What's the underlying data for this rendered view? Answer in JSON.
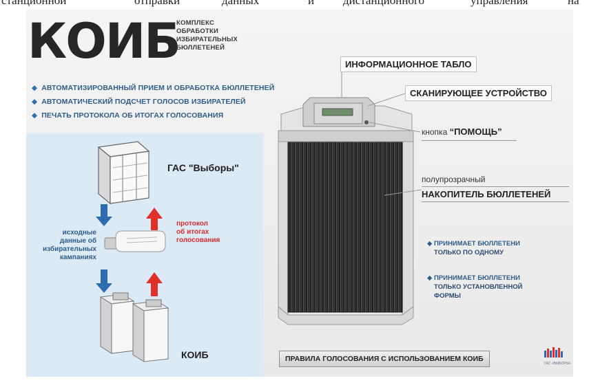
{
  "top_text": {
    "w1": "станционной",
    "w2": "отправки",
    "w3": "данных",
    "w4": "и",
    "w5": "дистанционного",
    "w6": "управления",
    "w7": "на"
  },
  "logo": {
    "title": "КОИБ",
    "subtitle_lines": [
      "КОМПЛЕКС",
      "ОБРАБОТКИ",
      "ИЗБИРАТЕЛЬНЫХ",
      "БЮЛЛЕТЕНЕЙ"
    ]
  },
  "features": [
    "АВТОМАТИЗИРОВАННЫЙ ПРИЕМ И ОБРАБОТКА БЮЛЛЕТЕНЕЙ",
    "АВТОМАТИЧЕСКИЙ ПОДСЧЕТ ГОЛОСОВ ИЗБИРАТЕЛЕЙ",
    "ПЕЧАТЬ ПРОТОКОЛА ОБ ИТОГАХ ГОЛОСОВАНИЯ"
  ],
  "scheme": {
    "gas_label": "ГАС \"Выборы\"",
    "source_data_lines": [
      "исходные",
      "данные об",
      "избирательных",
      "кампаниях"
    ],
    "protocol_lines": [
      "протокол",
      "об итогах",
      "голосования"
    ],
    "koib_label": "КОИБ"
  },
  "labels": {
    "info_display": "ИНФОРМАЦИОННОЕ ТАБЛО",
    "scanner": "СКАНИРУЮЩЕЕ УСТРОЙСТВО",
    "help_prefix": "кнопка ",
    "help_name": "“ПОМОЩЬ”",
    "storage_top": "полупрозрачный",
    "storage_bottom": "НАКОПИТЕЛЬ БЮЛЛЕТЕНЕЙ"
  },
  "notes": {
    "one_a": "ПРИНИМАЕТ БЮЛЛЕТЕНИ",
    "one_b": "ТОЛЬКО ПО ОДНОМУ",
    "two_a": "ПРИНИМАЕТ БЮЛЛЕТЕНИ",
    "two_b": "ТОЛЬКО УСТАНОВЛЕННОЙ",
    "two_c": "ФОРМЫ"
  },
  "bottom_button": "ПРАВИЛА ГОЛОСОВАНИЯ С ИСПОЛЬЗОВАНИЕМ КОИБ",
  "gas_logo_caption": "ГАС «ВЫБОРЫ»",
  "colors": {
    "blue_arrow": "#2e6cb0",
    "red_arrow": "#e0302a",
    "panel": "#dbeaf5",
    "accent_text": "#2f5d8a"
  }
}
